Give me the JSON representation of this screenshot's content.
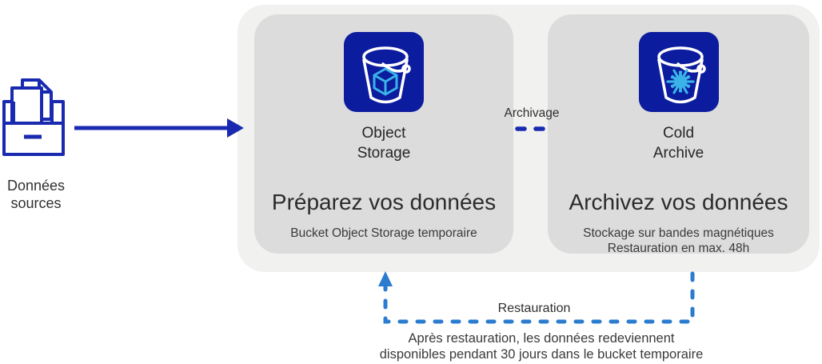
{
  "colors": {
    "navy": "#1a2ab0",
    "icon_bg": "#0c1c9e",
    "cyan": "#3ab3e8",
    "restore_blue": "#2b7ccf",
    "container_bg": "#f1f1f0",
    "card_bg": "#dcdcdc",
    "text_dark": "#2b2b2b",
    "text_medium": "#3a3a3a"
  },
  "source": {
    "icon": "documents-inbox-icon",
    "label_lines": [
      "Données",
      "sources"
    ]
  },
  "cards": [
    {
      "icon": "bucket-cube-icon",
      "icon_label_lines": [
        "Object",
        "Storage"
      ],
      "title": "Préparez vos données",
      "subtitle_lines": [
        "Bucket Object Storage temporaire",
        ""
      ]
    },
    {
      "icon": "bucket-snowflake-icon",
      "icon_label_lines": [
        "Cold",
        "Archive"
      ],
      "title": "Archivez vos données",
      "subtitle_lines": [
        "Stockage sur bandes magnétiques",
        "Restauration en max. 48h"
      ]
    }
  ],
  "arrows": {
    "archive_label": "Archivage",
    "restore_label": "Restauration"
  },
  "footnote_lines": [
    "Après restauration, les données redeviennent",
    "disponibles pendant 30 jours dans le bucket temporaire"
  ]
}
